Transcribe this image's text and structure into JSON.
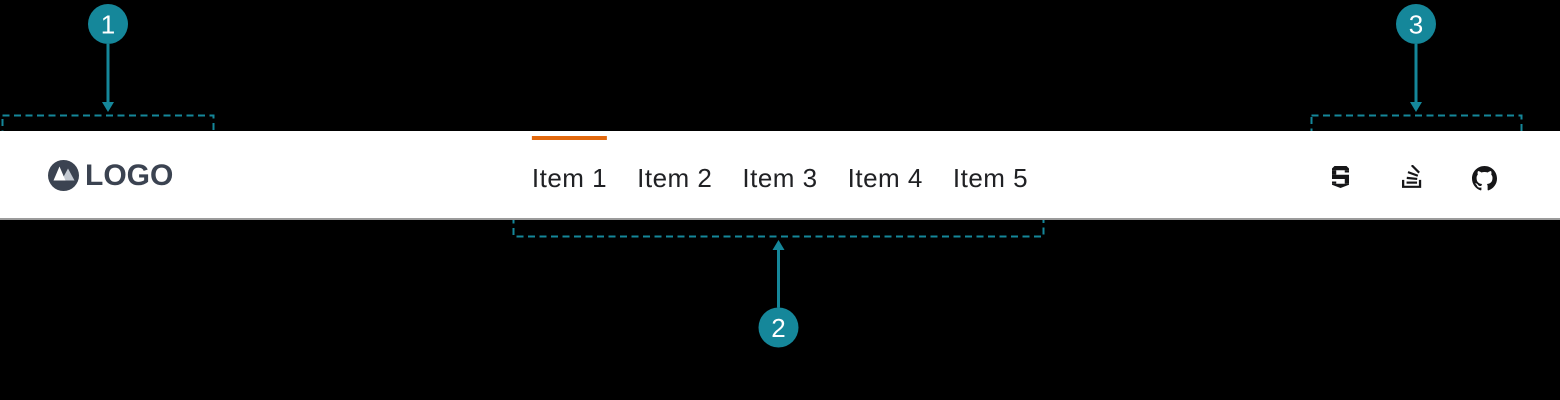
{
  "colors": {
    "annotation": "#15879a",
    "accent": "#e2690e",
    "logo": "#3b4351",
    "nav_text": "#202124",
    "icon": "#161618",
    "navbar_border": "#9b9b9b",
    "navbar_background": "#ffffff",
    "page_background": "#000000"
  },
  "navbar": {
    "logo_text": "LOGO",
    "items": [
      {
        "label": "Item 1",
        "active": true
      },
      {
        "label": "Item 2",
        "active": false
      },
      {
        "label": "Item 3",
        "active": false
      },
      {
        "label": "Item 4",
        "active": false
      },
      {
        "label": "Item 5",
        "active": false
      }
    ],
    "icons": [
      "stacks-logo-icon",
      "stackoverflow-icon",
      "github-icon"
    ]
  },
  "annotations": [
    {
      "number": "1",
      "target": "brand-logo"
    },
    {
      "number": "2",
      "target": "navigation-items"
    },
    {
      "number": "3",
      "target": "social-icons"
    }
  ]
}
